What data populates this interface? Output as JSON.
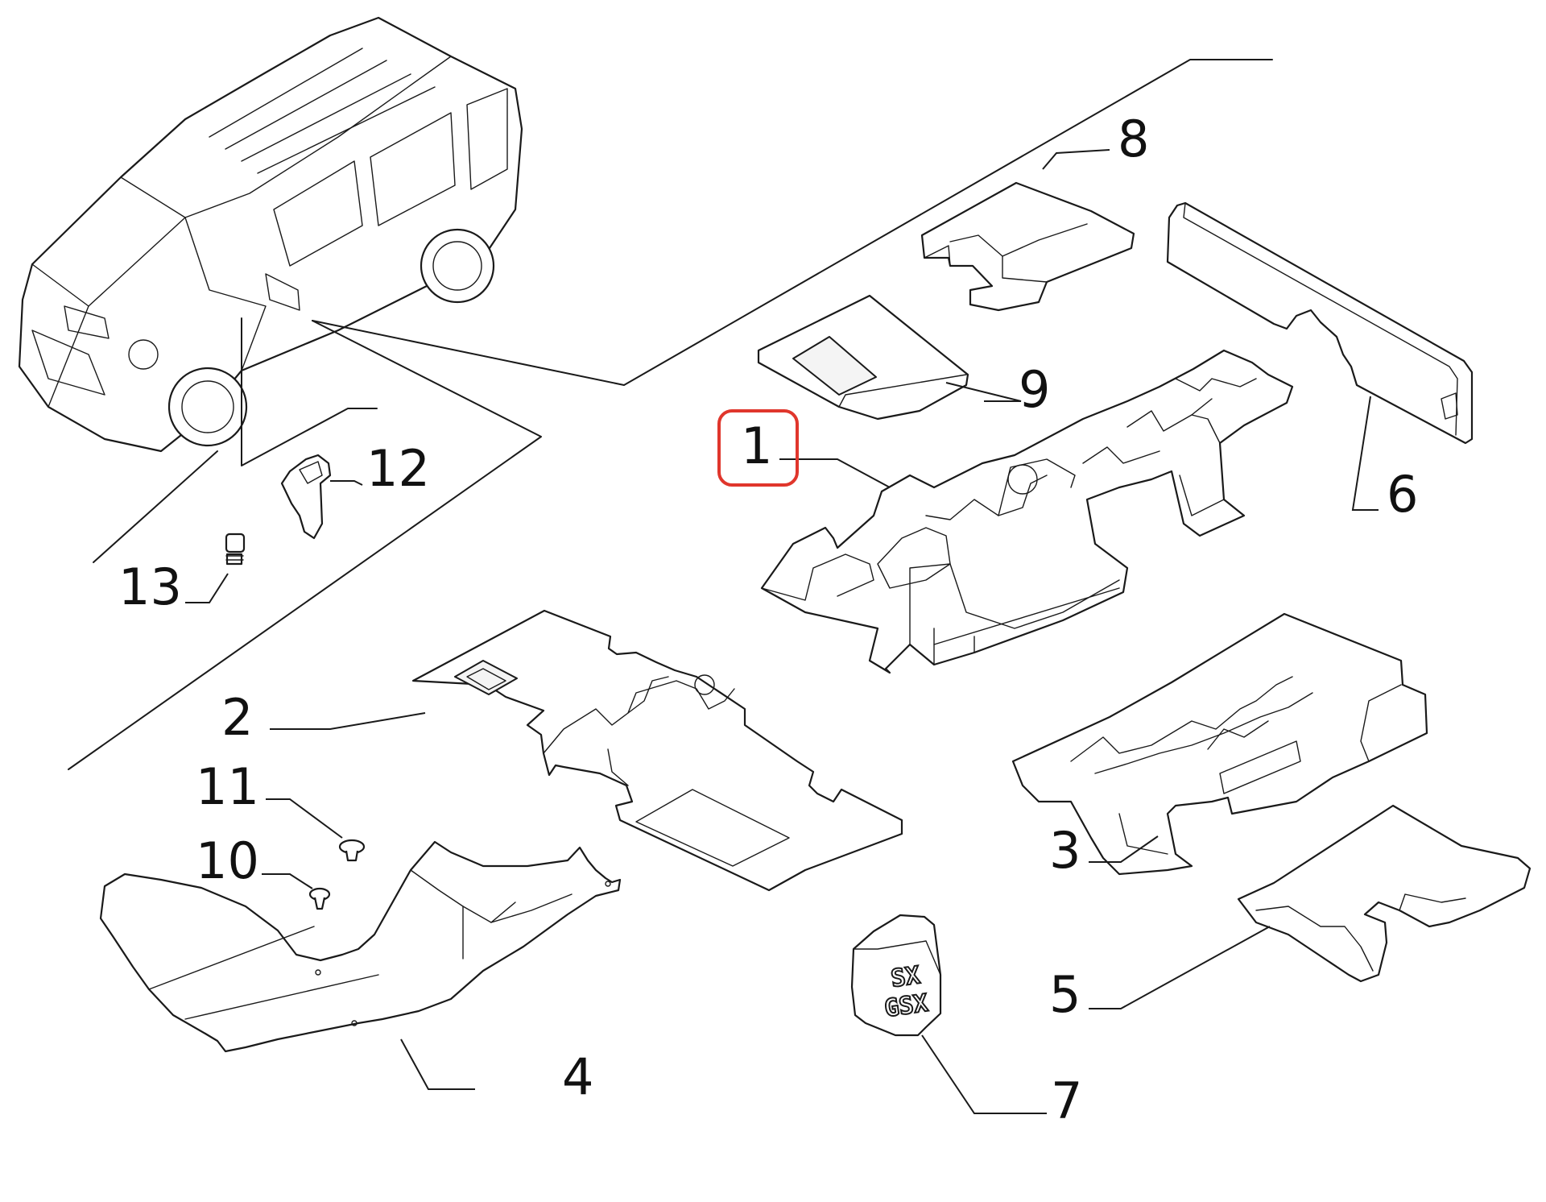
{
  "diagram": {
    "callouts": [
      {
        "id": "1",
        "label": "1",
        "highlighted": true
      },
      {
        "id": "2",
        "label": "2"
      },
      {
        "id": "3",
        "label": "3"
      },
      {
        "id": "4",
        "label": "4"
      },
      {
        "id": "5",
        "label": "5"
      },
      {
        "id": "6",
        "label": "6"
      },
      {
        "id": "7",
        "label": "7"
      },
      {
        "id": "8",
        "label": "8"
      },
      {
        "id": "9",
        "label": "9"
      },
      {
        "id": "10",
        "label": "10"
      },
      {
        "id": "11",
        "label": "11"
      },
      {
        "id": "12",
        "label": "12"
      },
      {
        "id": "13",
        "label": "13"
      }
    ],
    "part7_stamp": {
      "line1": "SX",
      "line2": "GSX"
    },
    "colors": {
      "highlight": "#e0362c",
      "line": "#1a1a1a",
      "background": "#ffffff"
    }
  }
}
